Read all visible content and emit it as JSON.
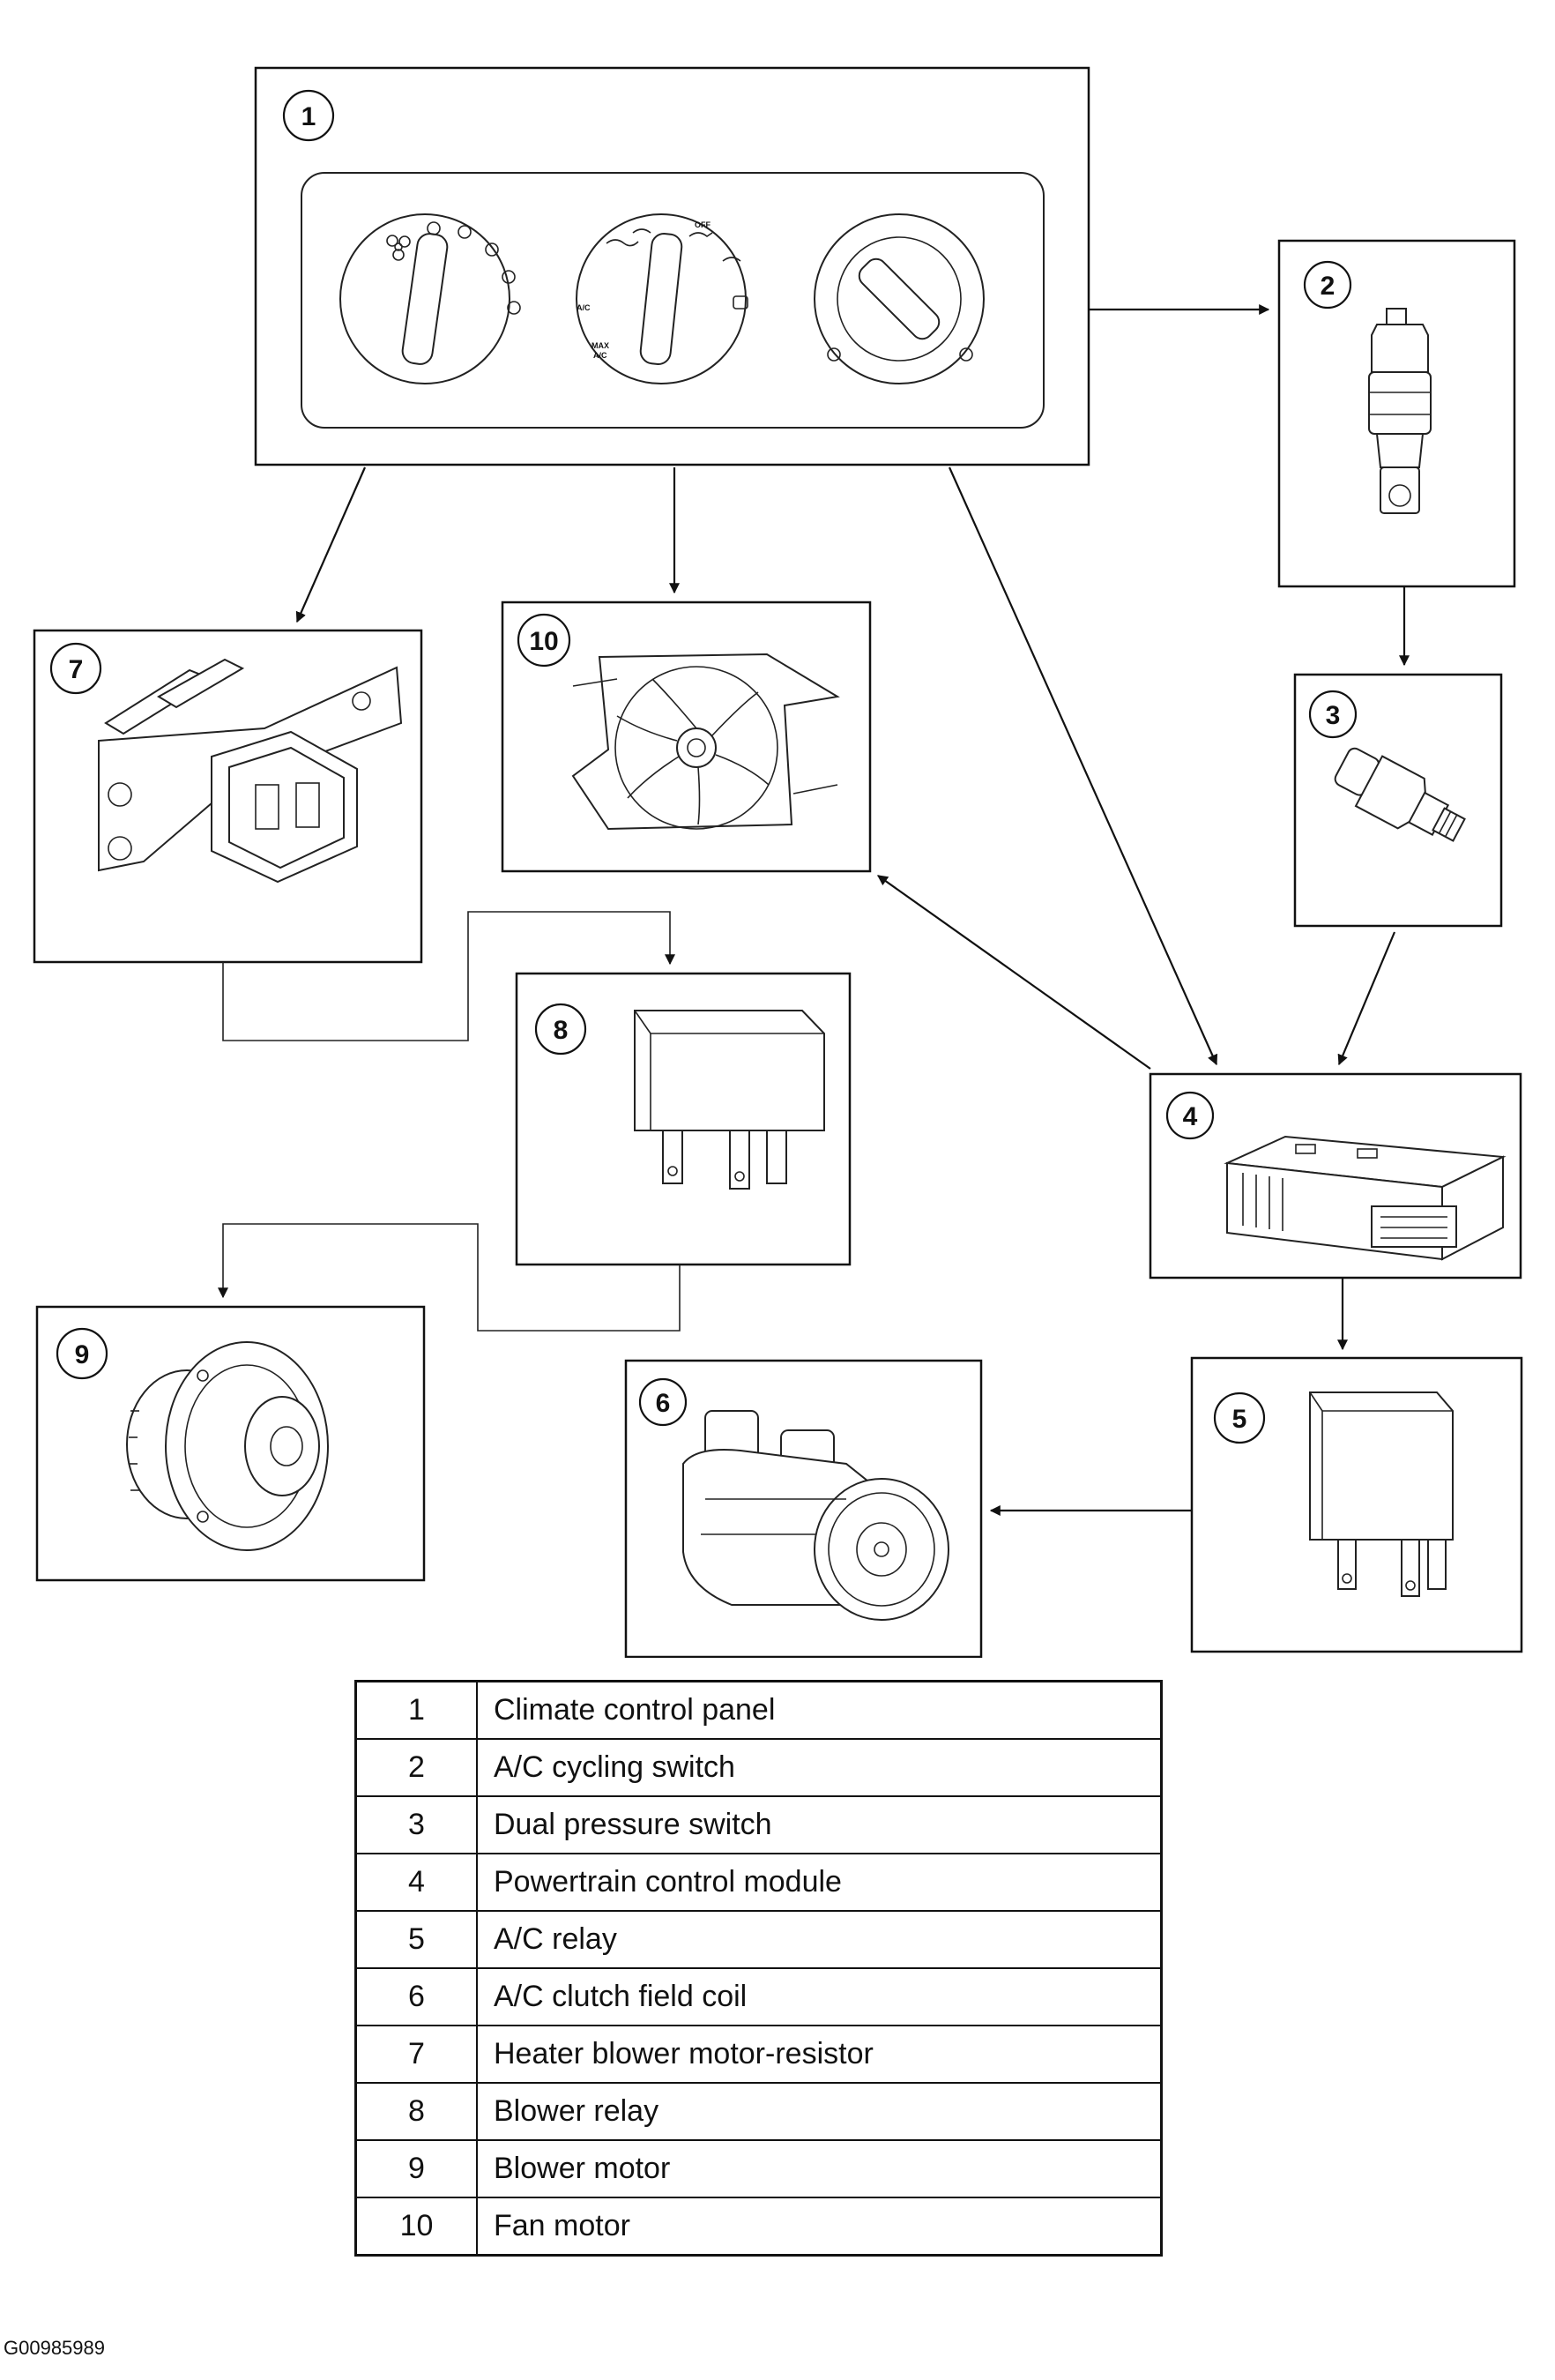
{
  "components": [
    {
      "number": "1",
      "description": "Climate control panel"
    },
    {
      "number": "2",
      "description": "A/C cycling switch"
    },
    {
      "number": "3",
      "description": "Dual pressure switch"
    },
    {
      "number": "4",
      "description": "Powertrain control module"
    },
    {
      "number": "5",
      "description": "A/C relay"
    },
    {
      "number": "6",
      "description": "A/C clutch field coil"
    },
    {
      "number": "7",
      "description": "Heater blower motor-resistor"
    },
    {
      "number": "8",
      "description": "Blower relay"
    },
    {
      "number": "9",
      "description": "Blower motor"
    },
    {
      "number": "10",
      "description": "Fan motor"
    }
  ],
  "panel_markings": {
    "off": "OFF",
    "ac": "A/C",
    "max_ac_line1": "MAX",
    "max_ac_line2": "A/C"
  },
  "figure_code": "G00985989"
}
